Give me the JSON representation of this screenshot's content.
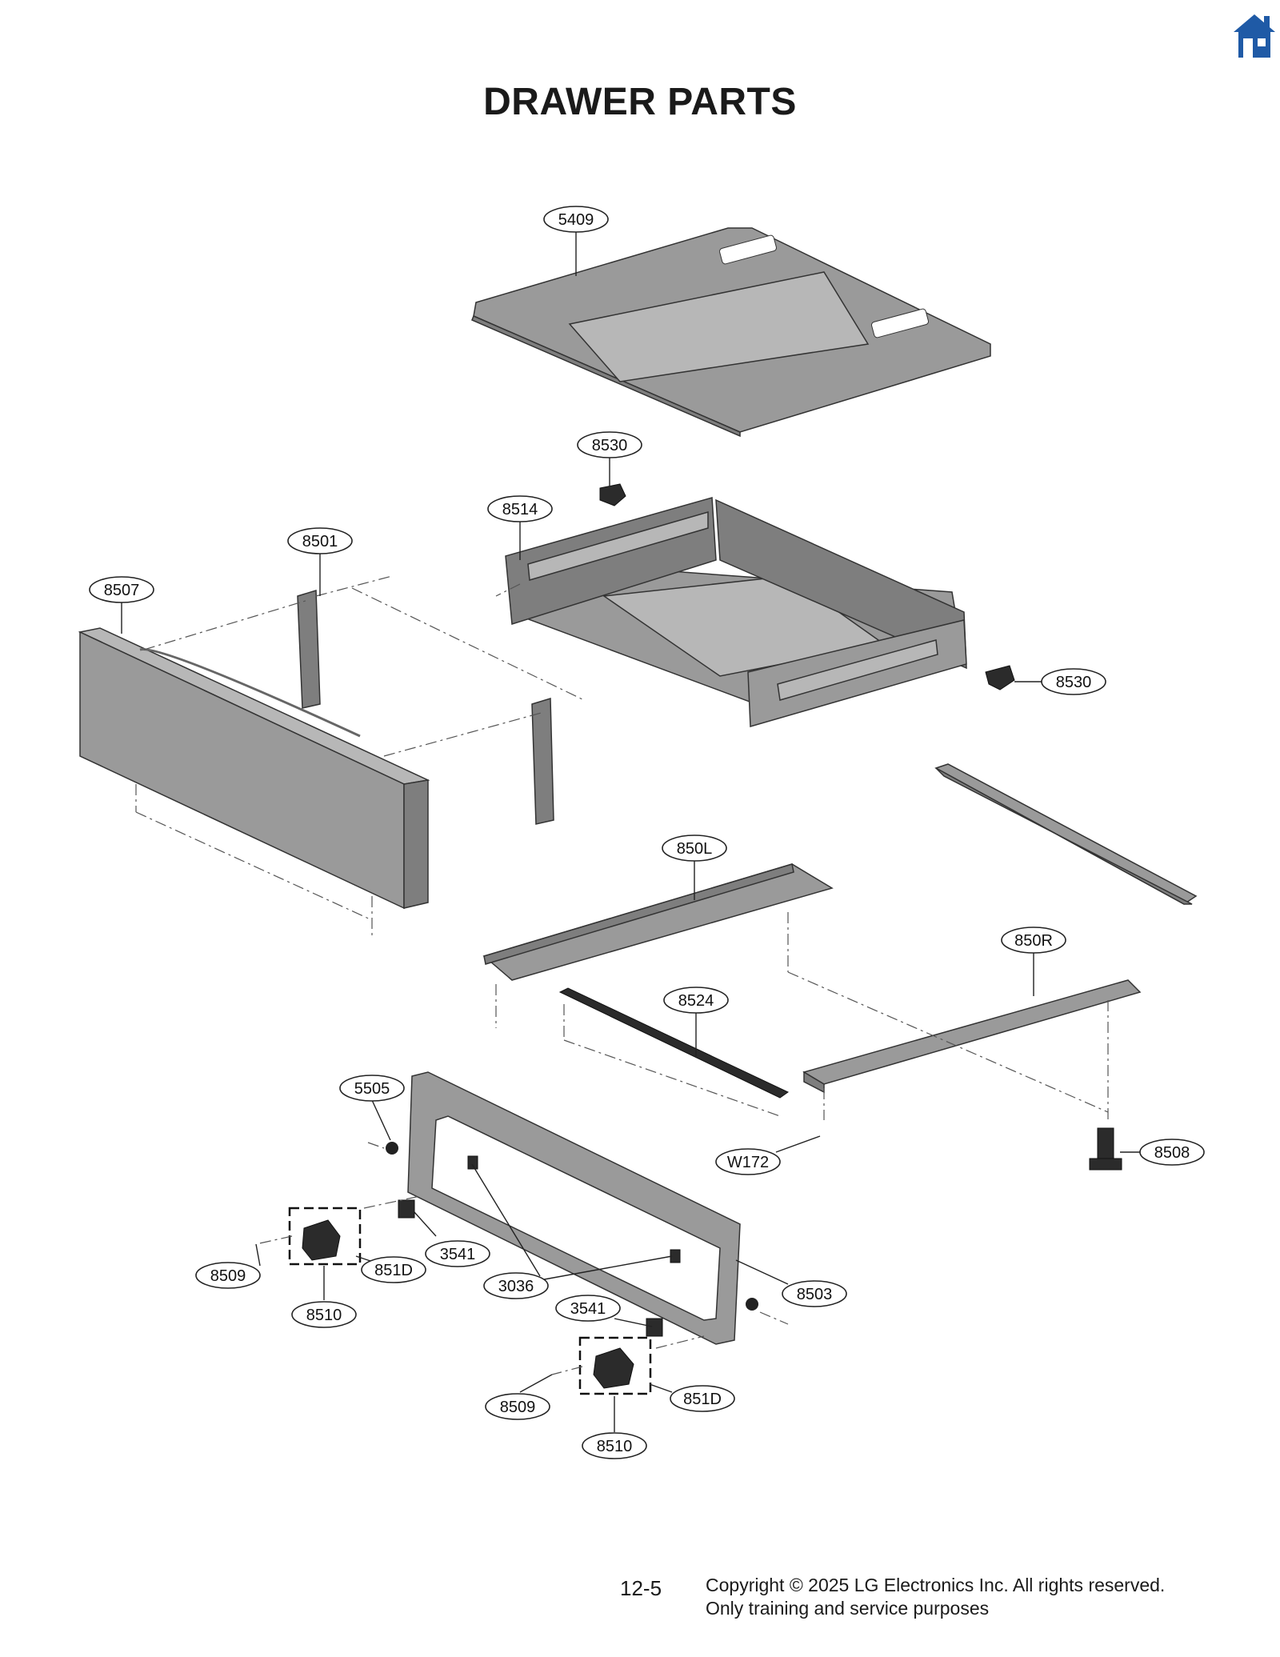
{
  "header": {
    "title": "DRAWER PARTS",
    "home_icon": "home-icon",
    "home_color": "#1f5aa6"
  },
  "callouts": {
    "c5409": "5409",
    "c8530_top": "8530",
    "c8514": "8514",
    "c8501": "8501",
    "c8507": "8507",
    "c8530_right": "8530",
    "c850L": "850L",
    "c850R": "850R",
    "c8524": "8524",
    "c5505": "5505",
    "cW172": "W172",
    "c8508": "8508",
    "c8509_left": "8509",
    "c851D_left": "851D",
    "c3541_left": "3541",
    "c3036": "3036",
    "c8503": "8503",
    "c8510_left": "8510",
    "c3541_right": "3541",
    "c8509_right": "8509",
    "c851D_right": "851D",
    "c8510_right": "8510"
  },
  "footer": {
    "page_number": "12-5",
    "copyright_line1": "Copyright © 2025 LG Electronics Inc. All rights reserved.",
    "copyright_line2": "Only training and service purposes"
  }
}
